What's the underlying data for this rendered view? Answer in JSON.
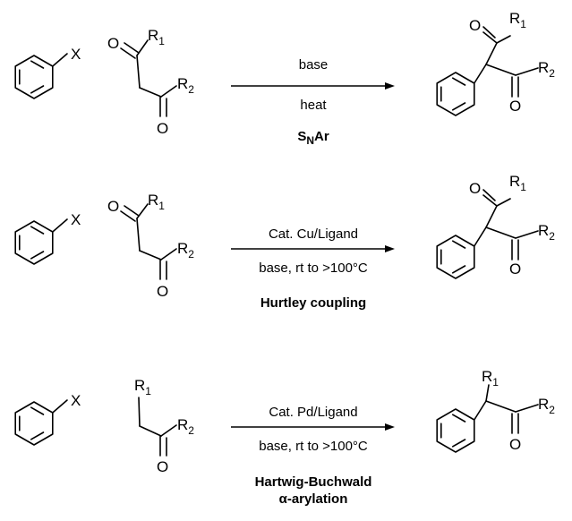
{
  "atoms": {
    "x": "X",
    "o": "O",
    "r": "R",
    "r1_sub": "1",
    "r2_sub": "2"
  },
  "reactions": [
    {
      "above": "base",
      "below": "heat",
      "name_main": "S",
      "name_sub": "N",
      "name_rest": "Ar"
    },
    {
      "above": "Cat. Cu/Ligand",
      "below": "base, rt to >100°C",
      "name_line1": "Hurtley coupling"
    },
    {
      "above": "Cat. Pd/Ligand",
      "below": "base, rt to >100°C",
      "name_line1": "Hartwig-Buchwald",
      "name_line2": "α-arylation"
    }
  ]
}
